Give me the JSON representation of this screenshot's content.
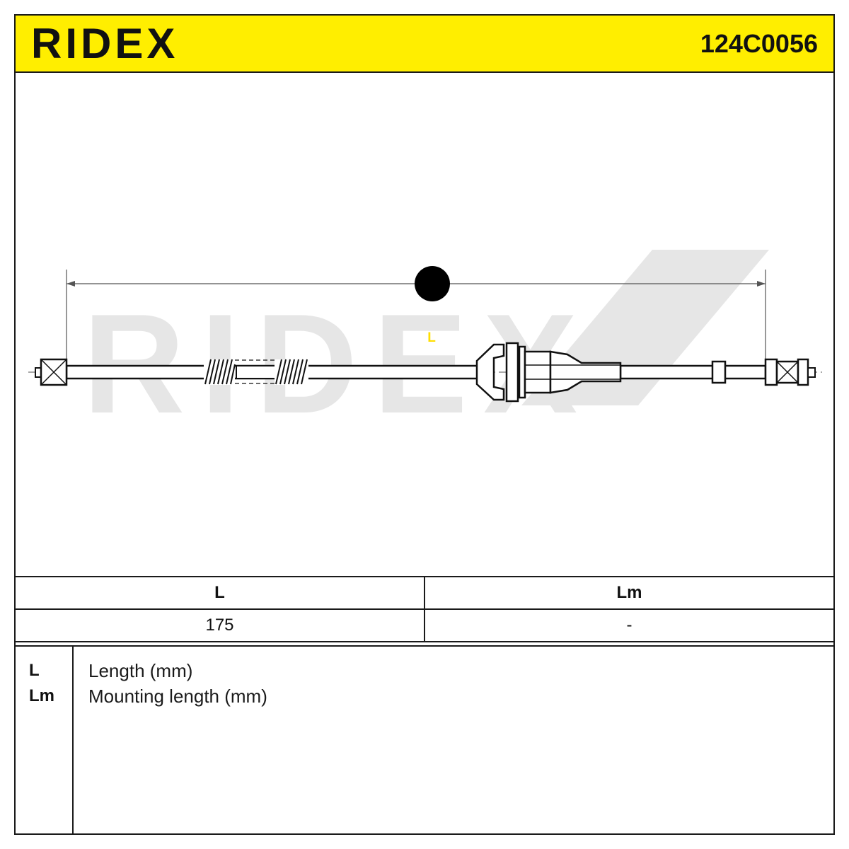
{
  "header": {
    "brand": "RIDEX",
    "part_number": "124C0056",
    "accent_color": "#ffee00"
  },
  "drawing": {
    "dimension_label": "L",
    "watermark": "RIDEX",
    "watermark_color": "#e6e6e6",
    "badge_color": "#000000",
    "badge_text_color": "#ffde00"
  },
  "dimensions_table": {
    "headers": [
      "L",
      "Lm"
    ],
    "values": [
      "175",
      "-"
    ]
  },
  "legend": {
    "items": [
      {
        "key": "L",
        "description": "Length (mm)"
      },
      {
        "key": "Lm",
        "description": "Mounting length (mm)"
      }
    ]
  }
}
